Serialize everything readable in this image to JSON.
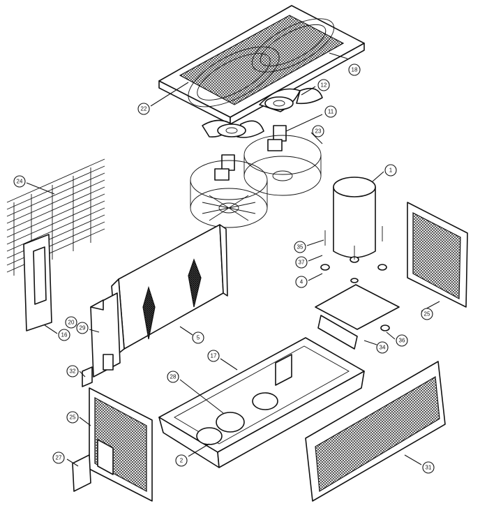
{
  "callouts": [
    {
      "id": "18",
      "label": "18"
    },
    {
      "id": "12",
      "label": "12"
    },
    {
      "id": "22",
      "label": "22"
    },
    {
      "id": "11",
      "label": "11"
    },
    {
      "id": "23",
      "label": "23"
    },
    {
      "id": "1",
      "label": "1"
    },
    {
      "id": "24",
      "label": "24"
    },
    {
      "id": "35",
      "label": "35"
    },
    {
      "id": "37",
      "label": "37"
    },
    {
      "id": "4",
      "label": "4"
    },
    {
      "id": "25r",
      "label": "25"
    },
    {
      "id": "16",
      "label": "16"
    },
    {
      "id": "20",
      "label": "20"
    },
    {
      "id": "29",
      "label": "29"
    },
    {
      "id": "5",
      "label": "5"
    },
    {
      "id": "34",
      "label": "34"
    },
    {
      "id": "36",
      "label": "36"
    },
    {
      "id": "17",
      "label": "17"
    },
    {
      "id": "32",
      "label": "32"
    },
    {
      "id": "28",
      "label": "28"
    },
    {
      "id": "25l",
      "label": "25"
    },
    {
      "id": "27",
      "label": "27"
    },
    {
      "id": "2",
      "label": "2"
    },
    {
      "id": "31",
      "label": "31"
    }
  ]
}
